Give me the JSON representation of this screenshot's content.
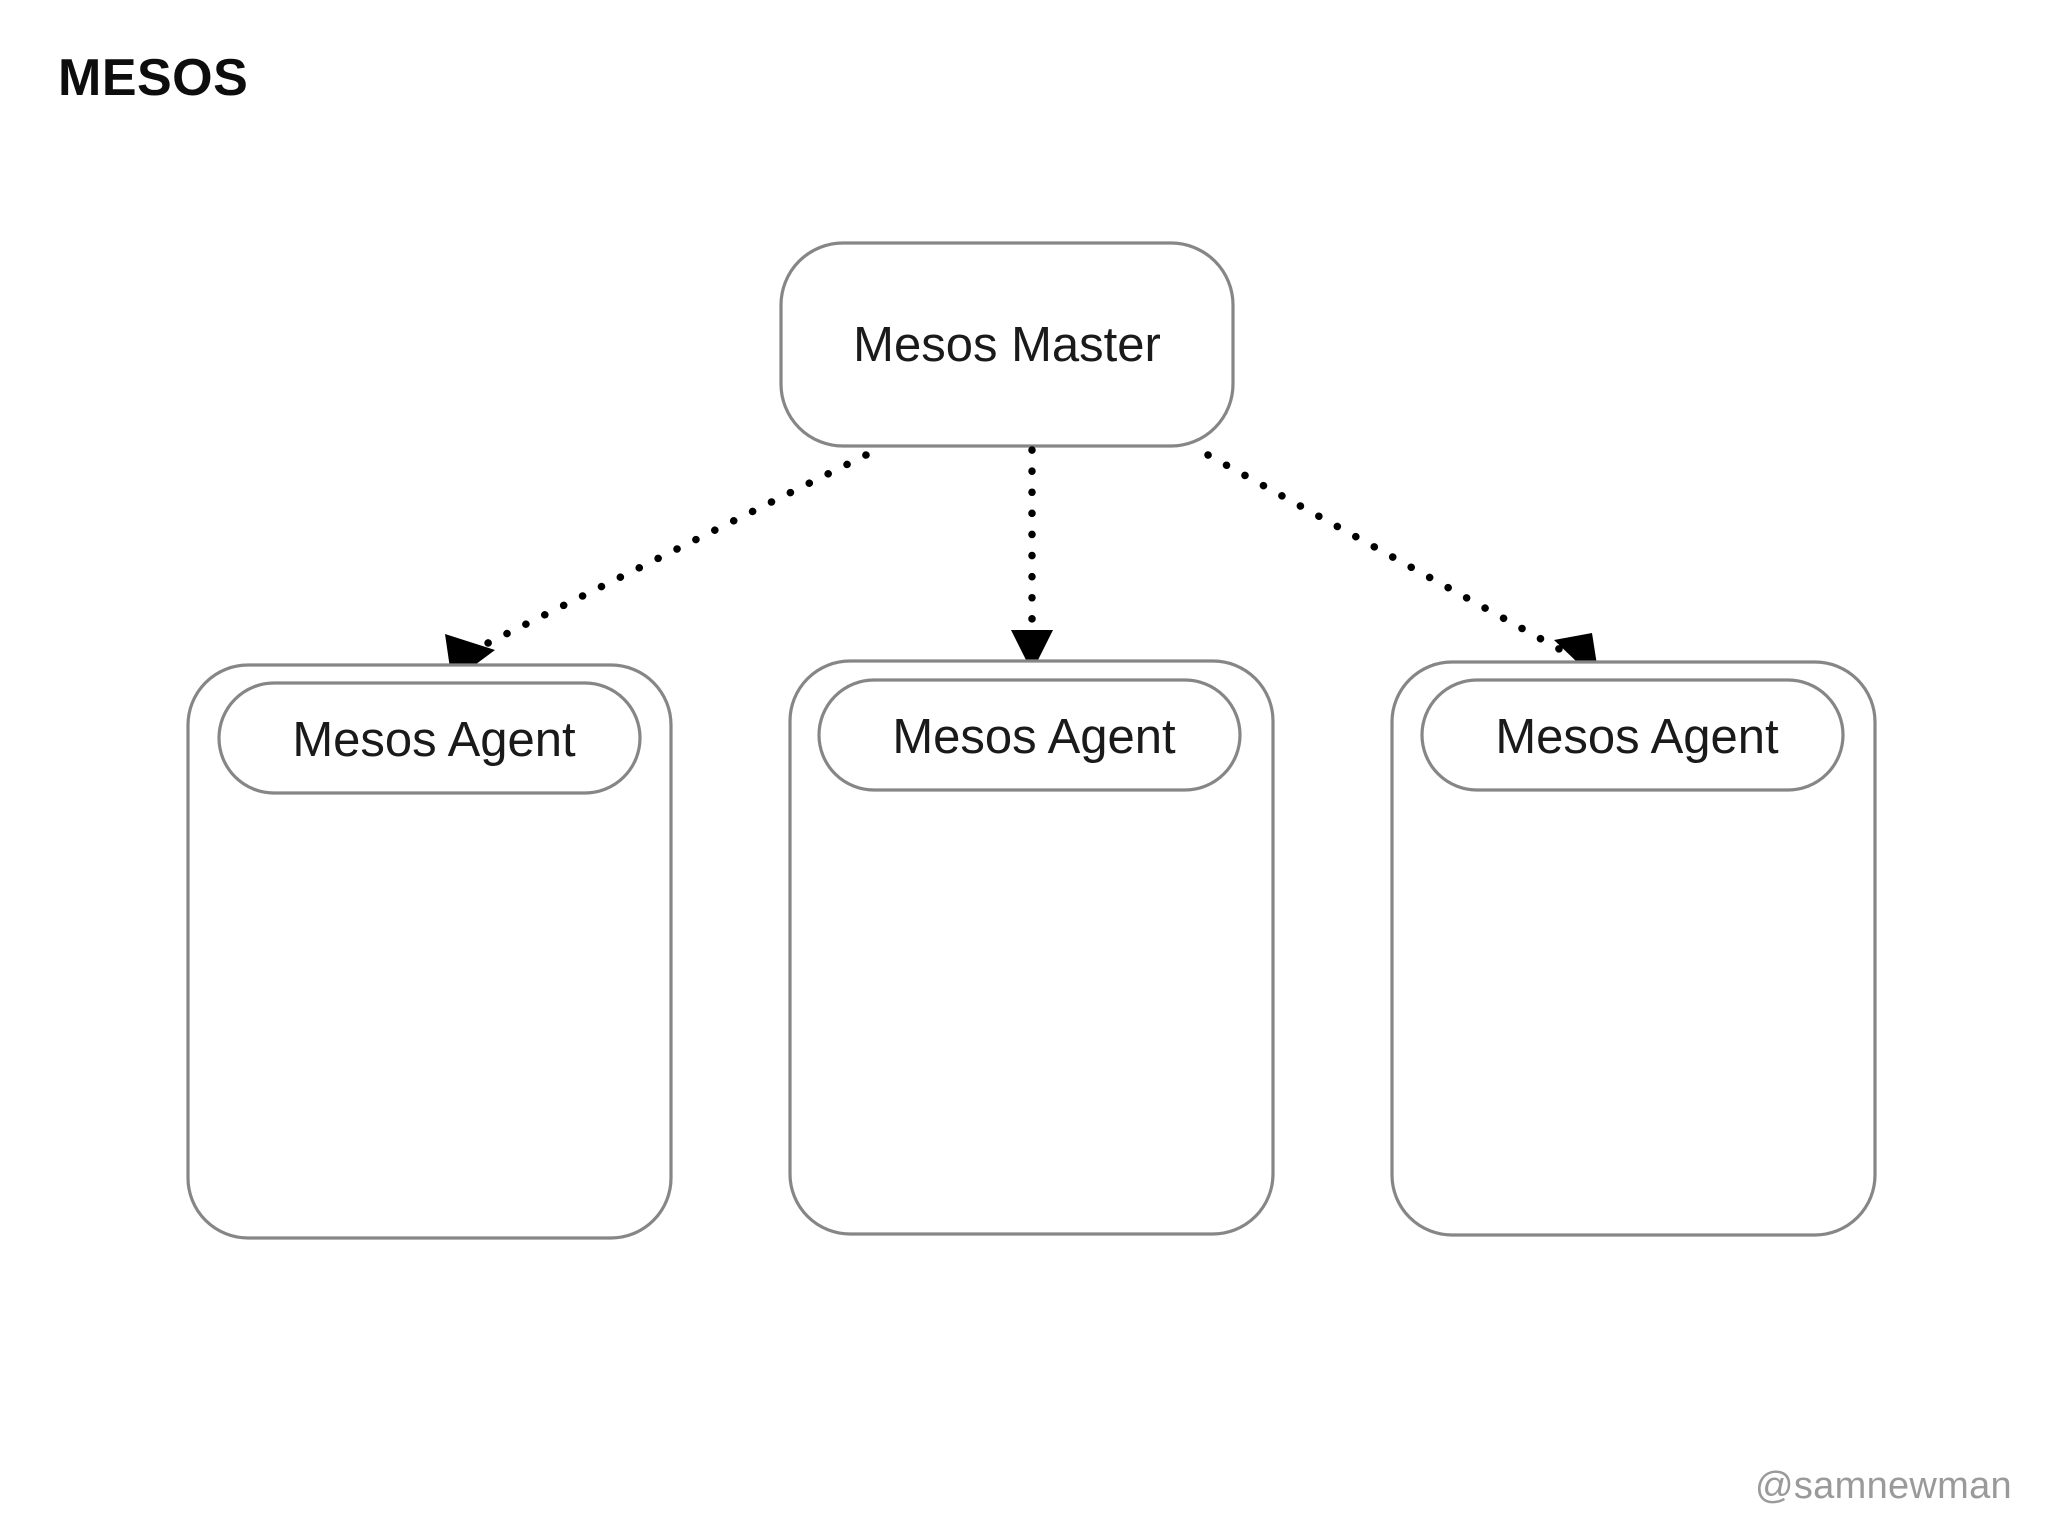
{
  "slide": {
    "title": "MESOS",
    "background_color": "#ffffff",
    "watermark": "@samnewman"
  },
  "diagram": {
    "type": "hierarchy",
    "stroke_color": "#868686",
    "text_color": "#1a1a1a",
    "edge_color": "#000000",
    "edge_style": "dotted-with-arrowhead",
    "master": {
      "label": "Mesos Master"
    },
    "agents": [
      {
        "label": "Mesos Agent"
      },
      {
        "label": "Mesos Agent"
      },
      {
        "label": "Mesos Agent"
      }
    ],
    "edges": [
      {
        "from": "Mesos Master",
        "to": "Mesos Agent 1"
      },
      {
        "from": "Mesos Master",
        "to": "Mesos Agent 2"
      },
      {
        "from": "Mesos Master",
        "to": "Mesos Agent 3"
      }
    ]
  }
}
